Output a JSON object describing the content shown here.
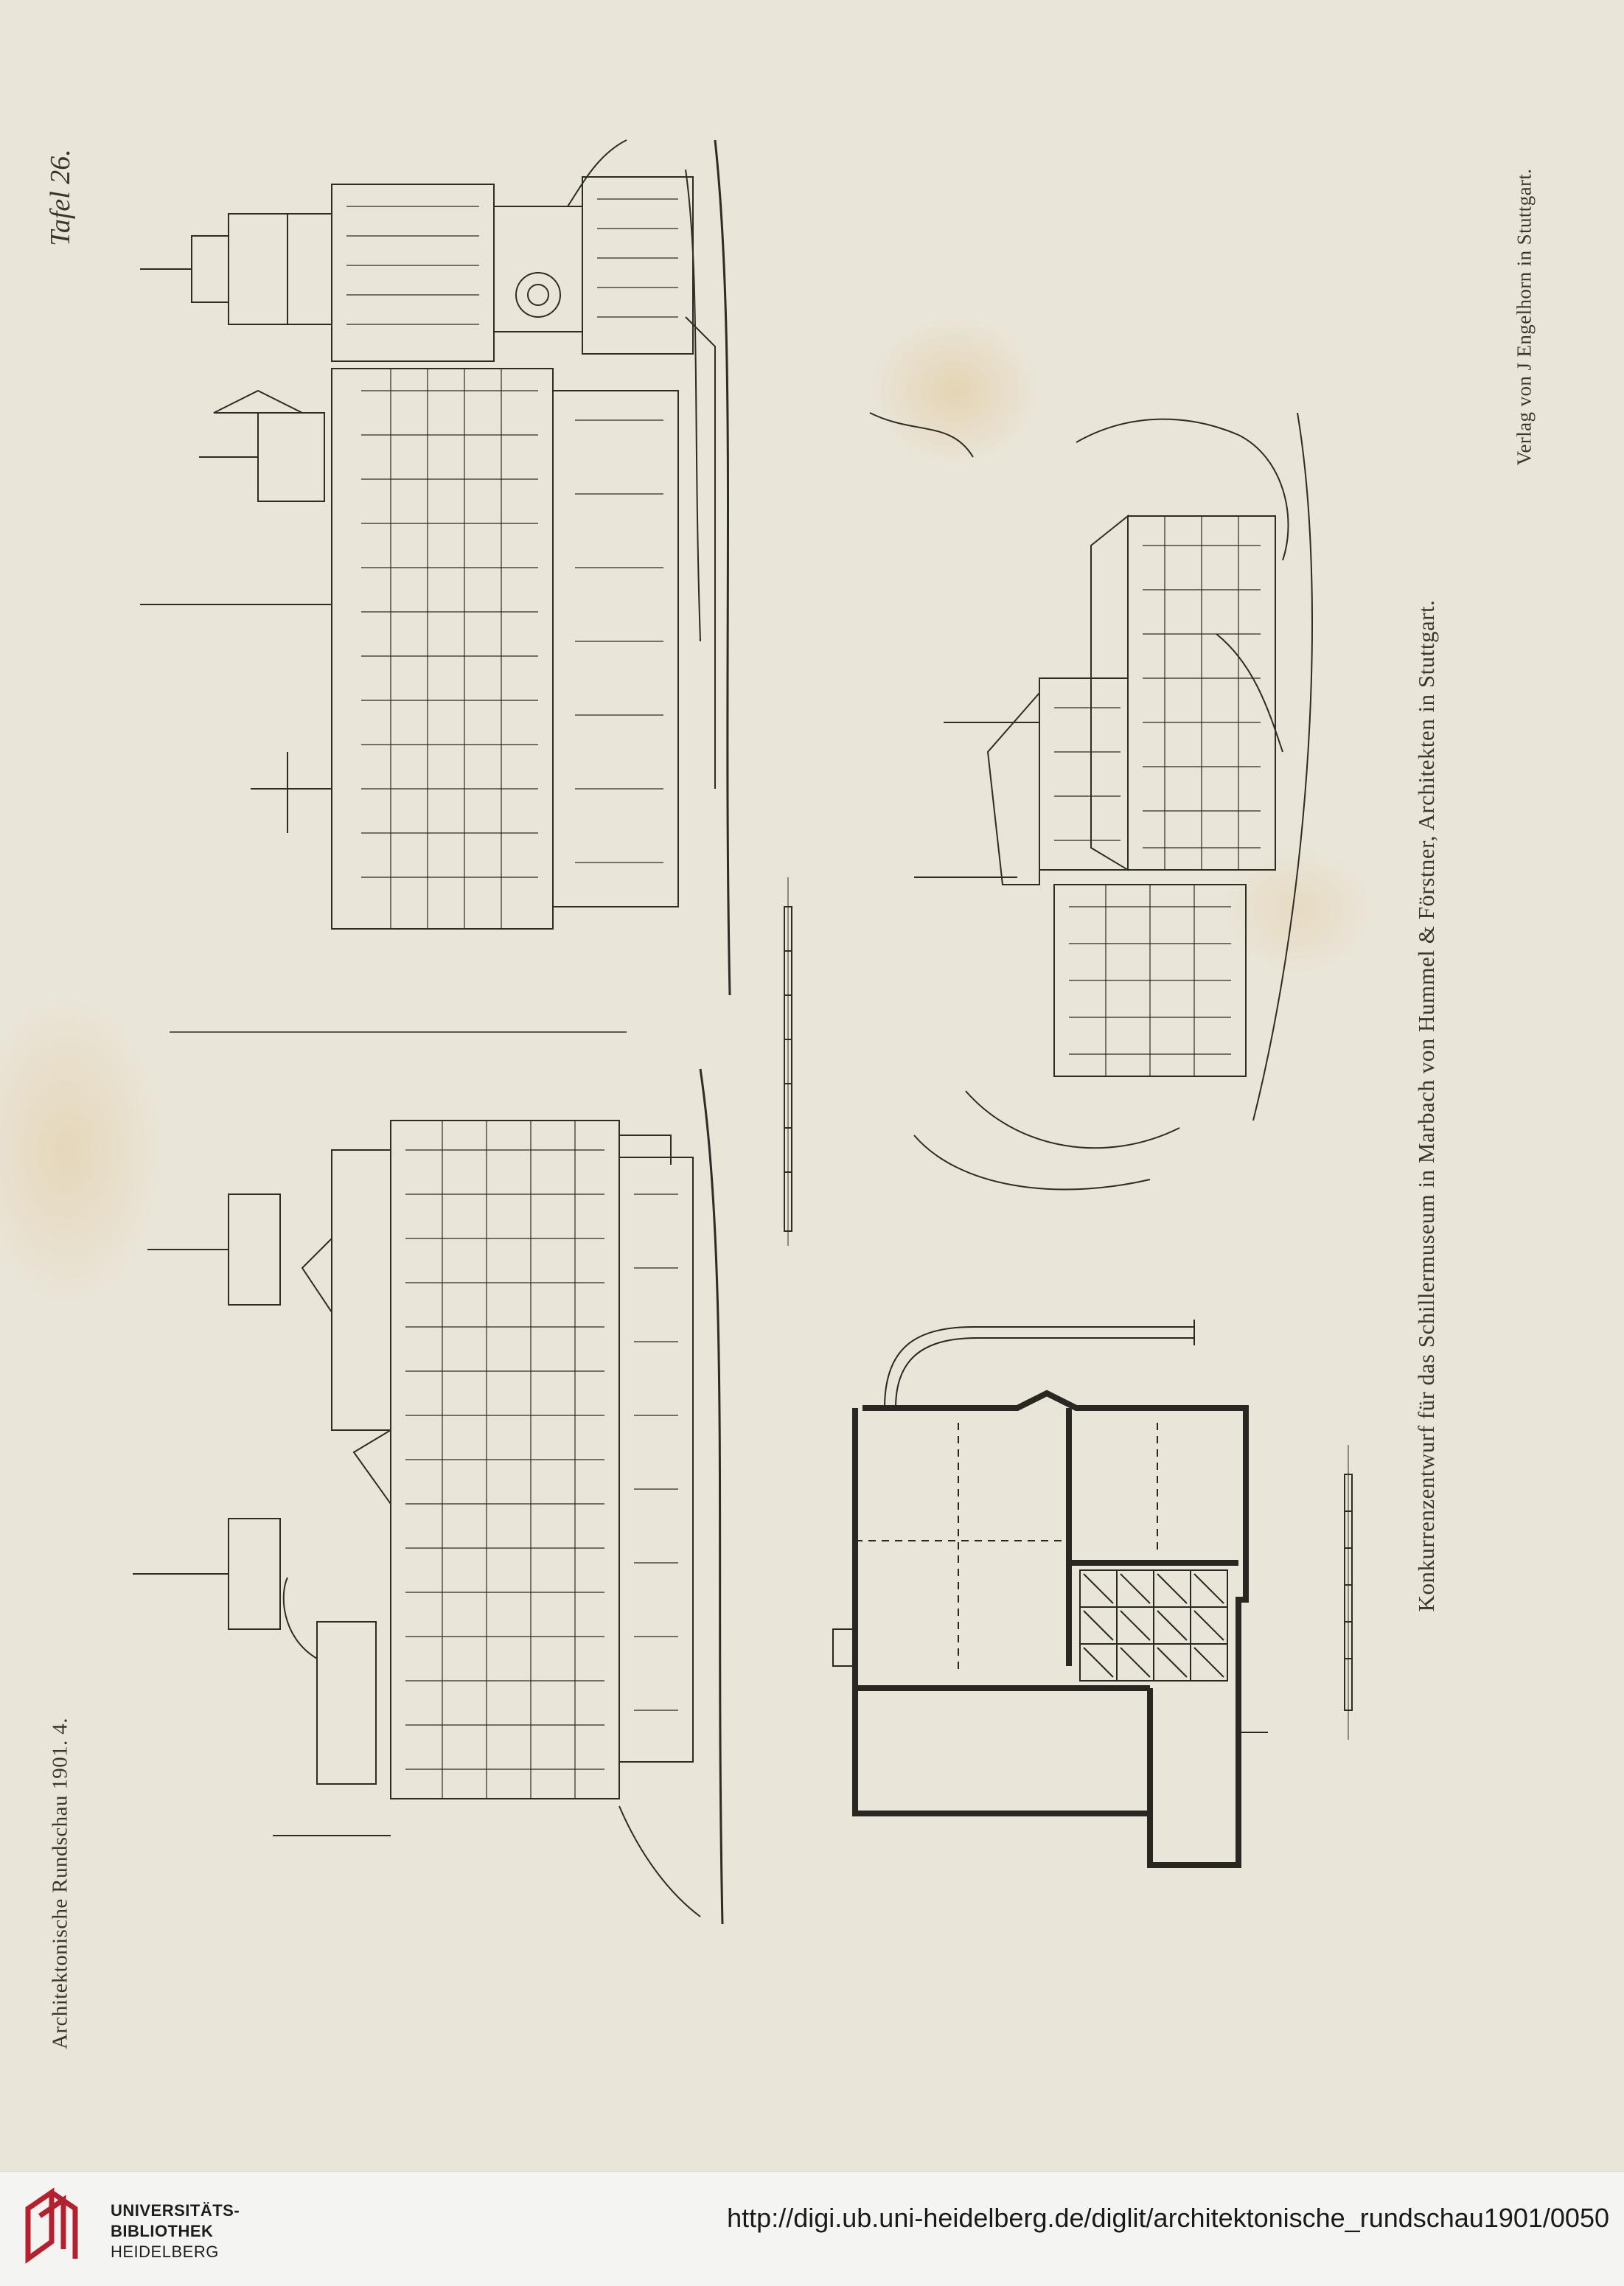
{
  "plate": {
    "plate_number": "Tafel 26.",
    "caption": "Konkurrenzentwurf für das Schillermuseum in Marbach von Hummel & Förstner, Architekten in Stuttgart.",
    "journal_line": "Architektonische Rundschau 1901. 4.",
    "publisher_line": "Verlag von J Engelhorn in Stuttgart.",
    "colors": {
      "paper": "#e9e5d8",
      "ink": "#2a2722",
      "stain": "#e5c9a0"
    }
  },
  "footer": {
    "logo_line1": "UNIVERSITÄTS-",
    "logo_line2": "BIBLIOTHEK",
    "logo_line3": "HEIDELBERG",
    "logo_color": "#b5202e",
    "url": "http://digi.ub.uni-heidelberg.de/diglit/architektonische_rundschau1901/0050"
  }
}
